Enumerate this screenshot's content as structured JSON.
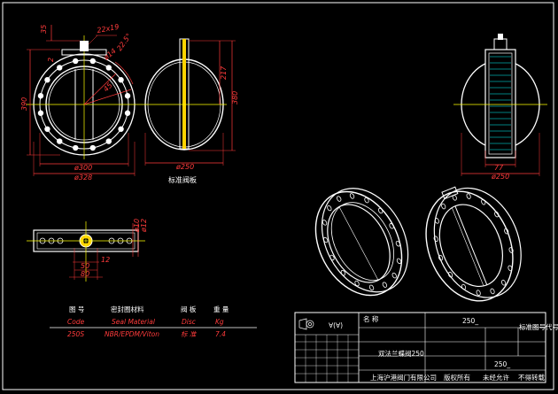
{
  "colors": {
    "background": "#000000",
    "outline": "#ffffff",
    "dimension": "#ff3b3b",
    "centerline": "#ffff00",
    "hatch": "#00ffff",
    "yellow_fill": "#ffd400"
  },
  "front_view": {
    "dims": {
      "d35": "35",
      "d22x19": "22x19",
      "d22_5": "22.5°",
      "d14": "ø14",
      "d2": "2",
      "d45": "45",
      "d390": "390",
      "d300": "ø300",
      "d328": "ø328"
    }
  },
  "side_view": {
    "dims": {
      "d217": "217",
      "d380": "380",
      "d250": "ø250"
    },
    "caption": "标准阀板"
  },
  "right_view": {
    "dims": {
      "d77": "77",
      "d250b": "ø250"
    }
  },
  "top_view": {
    "dims": {
      "d10": "ø10",
      "d12a": "ø12",
      "d12b": "12",
      "d50": "50",
      "d80": "80"
    }
  },
  "material_table": {
    "headers": [
      "图 号",
      "密封圈材料",
      "阀 板",
      "重 量"
    ],
    "row_en": [
      "Code",
      "Seal Material",
      "Disc",
      "Kg"
    ],
    "row_values": [
      "250S",
      "NBR/EPDM/Viton",
      "标 准",
      "7.4"
    ]
  },
  "title_block": {
    "drawing_no": "250_",
    "part_name": "双法兰蝶阀250",
    "company": "上海沪港阀门有限公司",
    "rights": "版权所有",
    "unauthorized": "未经允许",
    "no_copy": "不得转载",
    "spec": "250_",
    "surface_mark": "∀(∀)",
    "name_label": "名 称",
    "standard_small": "标准图号代号表"
  }
}
